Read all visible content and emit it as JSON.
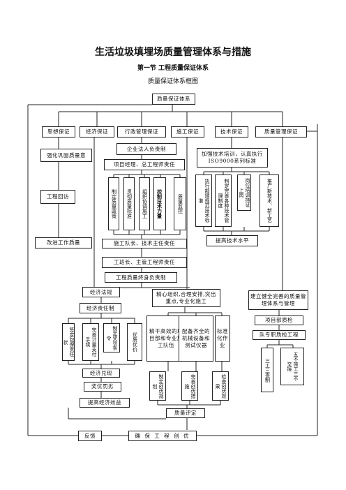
{
  "title": "生活垃圾填埋场质量管理体系与措施",
  "section": "第一节  工程质量保证体系",
  "subtitle": "质量保证体系框图",
  "nodes": {
    "root": "质量保证体系",
    "l1": [
      "思想保证",
      "经济保证",
      "行政管理保证",
      "施工保证",
      "技术保证",
      "质量管理保证"
    ],
    "think1": "强化巩固质量意",
    "think2": "工程回访",
    "think3": "改进工作质量",
    "corp": "企业法人负责制",
    "pm": "项目经理、总工程师责任",
    "pm_cols": [
      "制定质量政策",
      "贯彻质量标准",
      "组织协调施工",
      "控制技术力量",
      "质量监控"
    ],
    "site1": "施工队长、技术主任责任",
    "site2": "工班长、主管工程师责任",
    "lifelong": "工程质量终身负责制",
    "tech_top": "加强技术培训，认真执行ISO9000系列标准",
    "tech_cols": [
      "执行部颁规范技术标准",
      "制定完善各种技术管理制度",
      "岗位培训持证上岗",
      "推广新技术、新工艺"
    ],
    "tech_bottom": "提高技术水平",
    "econ1": "经济法规",
    "econ2": "经济责任制",
    "econ_cols": [
      "签定包保责任状",
      "完善计量支付手续",
      "制定奖罚条令",
      "优质优价"
    ],
    "econ3": "经济兑现",
    "econ4": "奖优罚劣",
    "econ5": "提高经济效益",
    "org": "精心组织,合理安排,突出重点,专业化施工",
    "org_cols": [
      "精干高效的项目部和专业施工队伍",
      "配备齐全的机械设备和测试仪器",
      "标准化作业"
    ],
    "org_cols2": [
      "制定创优规划",
      "完善创优措施",
      "检查创优效果"
    ],
    "qeval": "质量评定",
    "qm1": "建立健全完善的质量管理体系与管理",
    "qm2": "项目部质检",
    "qm3": "队专职质检工程",
    "qm_cols": [
      "三工三查制",
      "五不施工三不交接"
    ],
    "feedback": "反馈",
    "final": "确 保 工 程 创 优"
  }
}
